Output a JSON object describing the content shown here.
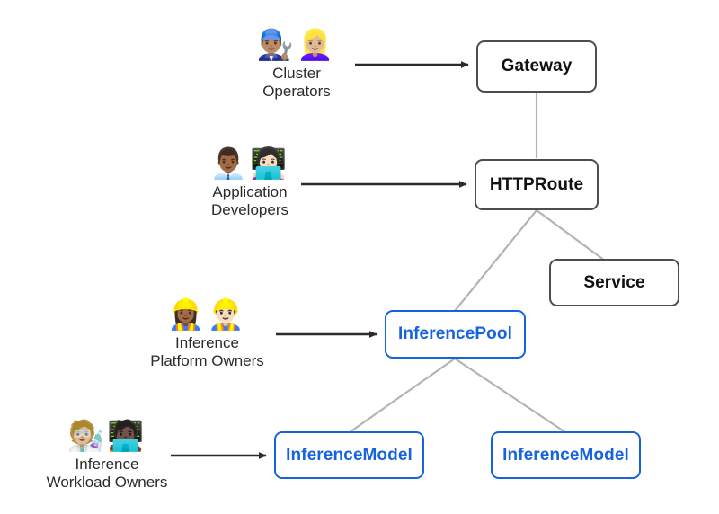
{
  "diagram": {
    "title": "Gateway API Inference Extension roles and resources",
    "background": "#ffffff",
    "colors": {
      "node_border_dark": "#4d4d4d",
      "node_text_dark": "#111111",
      "node_border_blue": "#1663e0",
      "node_text_blue": "#1663e0",
      "edge_line": "#b3b3b3",
      "arrow": "#2b2b2b",
      "label_text": "#2b2b2b"
    },
    "actors": [
      {
        "id": "cluster-operators",
        "emoji": "👨🏽‍🔧👱🏼‍♀️",
        "emoji_names": "mechanic-man-icon mechanic-woman-icon",
        "line1": "Cluster",
        "line2": "Operators",
        "arrow_to": "Gateway"
      },
      {
        "id": "application-developers",
        "emoji": "👨🏾‍💼👩🏻‍💻",
        "emoji_names": "office-worker-icon technologist-icon",
        "line1": "Application",
        "line2": "Developers",
        "arrow_to": "HTTPRoute"
      },
      {
        "id": "inference-platform-owners",
        "emoji": "👷🏾‍♀️👷🏻‍♂️",
        "emoji_names": "construction-worker-woman-icon construction-worker-man-icon",
        "line1": "Inference",
        "line2": "Platform Owners",
        "arrow_to": "InferencePool"
      },
      {
        "id": "inference-workload-owners",
        "emoji": "🧑🏼‍🔬🧑🏿‍💻",
        "emoji_names": "scientist-icon technologist-icon",
        "line1": "Inference",
        "line2": "Workload Owners",
        "arrow_to": "InferenceModel"
      }
    ],
    "nodes": [
      {
        "id": "gateway",
        "label": "Gateway",
        "style": "dark"
      },
      {
        "id": "httproute",
        "label": "HTTPRoute",
        "style": "dark"
      },
      {
        "id": "service",
        "label": "Service",
        "style": "dark"
      },
      {
        "id": "inferencepool",
        "label": "InferencePool",
        "style": "blue"
      },
      {
        "id": "inferencemodel-left",
        "label": "InferenceModel",
        "style": "blue"
      },
      {
        "id": "inferencemodel-right",
        "label": "InferenceModel",
        "style": "blue"
      }
    ],
    "edges": [
      {
        "from": "Gateway",
        "to": "HTTPRoute",
        "kind": "link"
      },
      {
        "from": "HTTPRoute",
        "to": "InferencePool",
        "kind": "link"
      },
      {
        "from": "HTTPRoute",
        "to": "Service",
        "kind": "link"
      },
      {
        "from": "InferencePool",
        "to": "InferenceModel",
        "kind": "link"
      },
      {
        "from": "InferencePool",
        "to": "InferenceModel",
        "kind": "link"
      }
    ]
  }
}
